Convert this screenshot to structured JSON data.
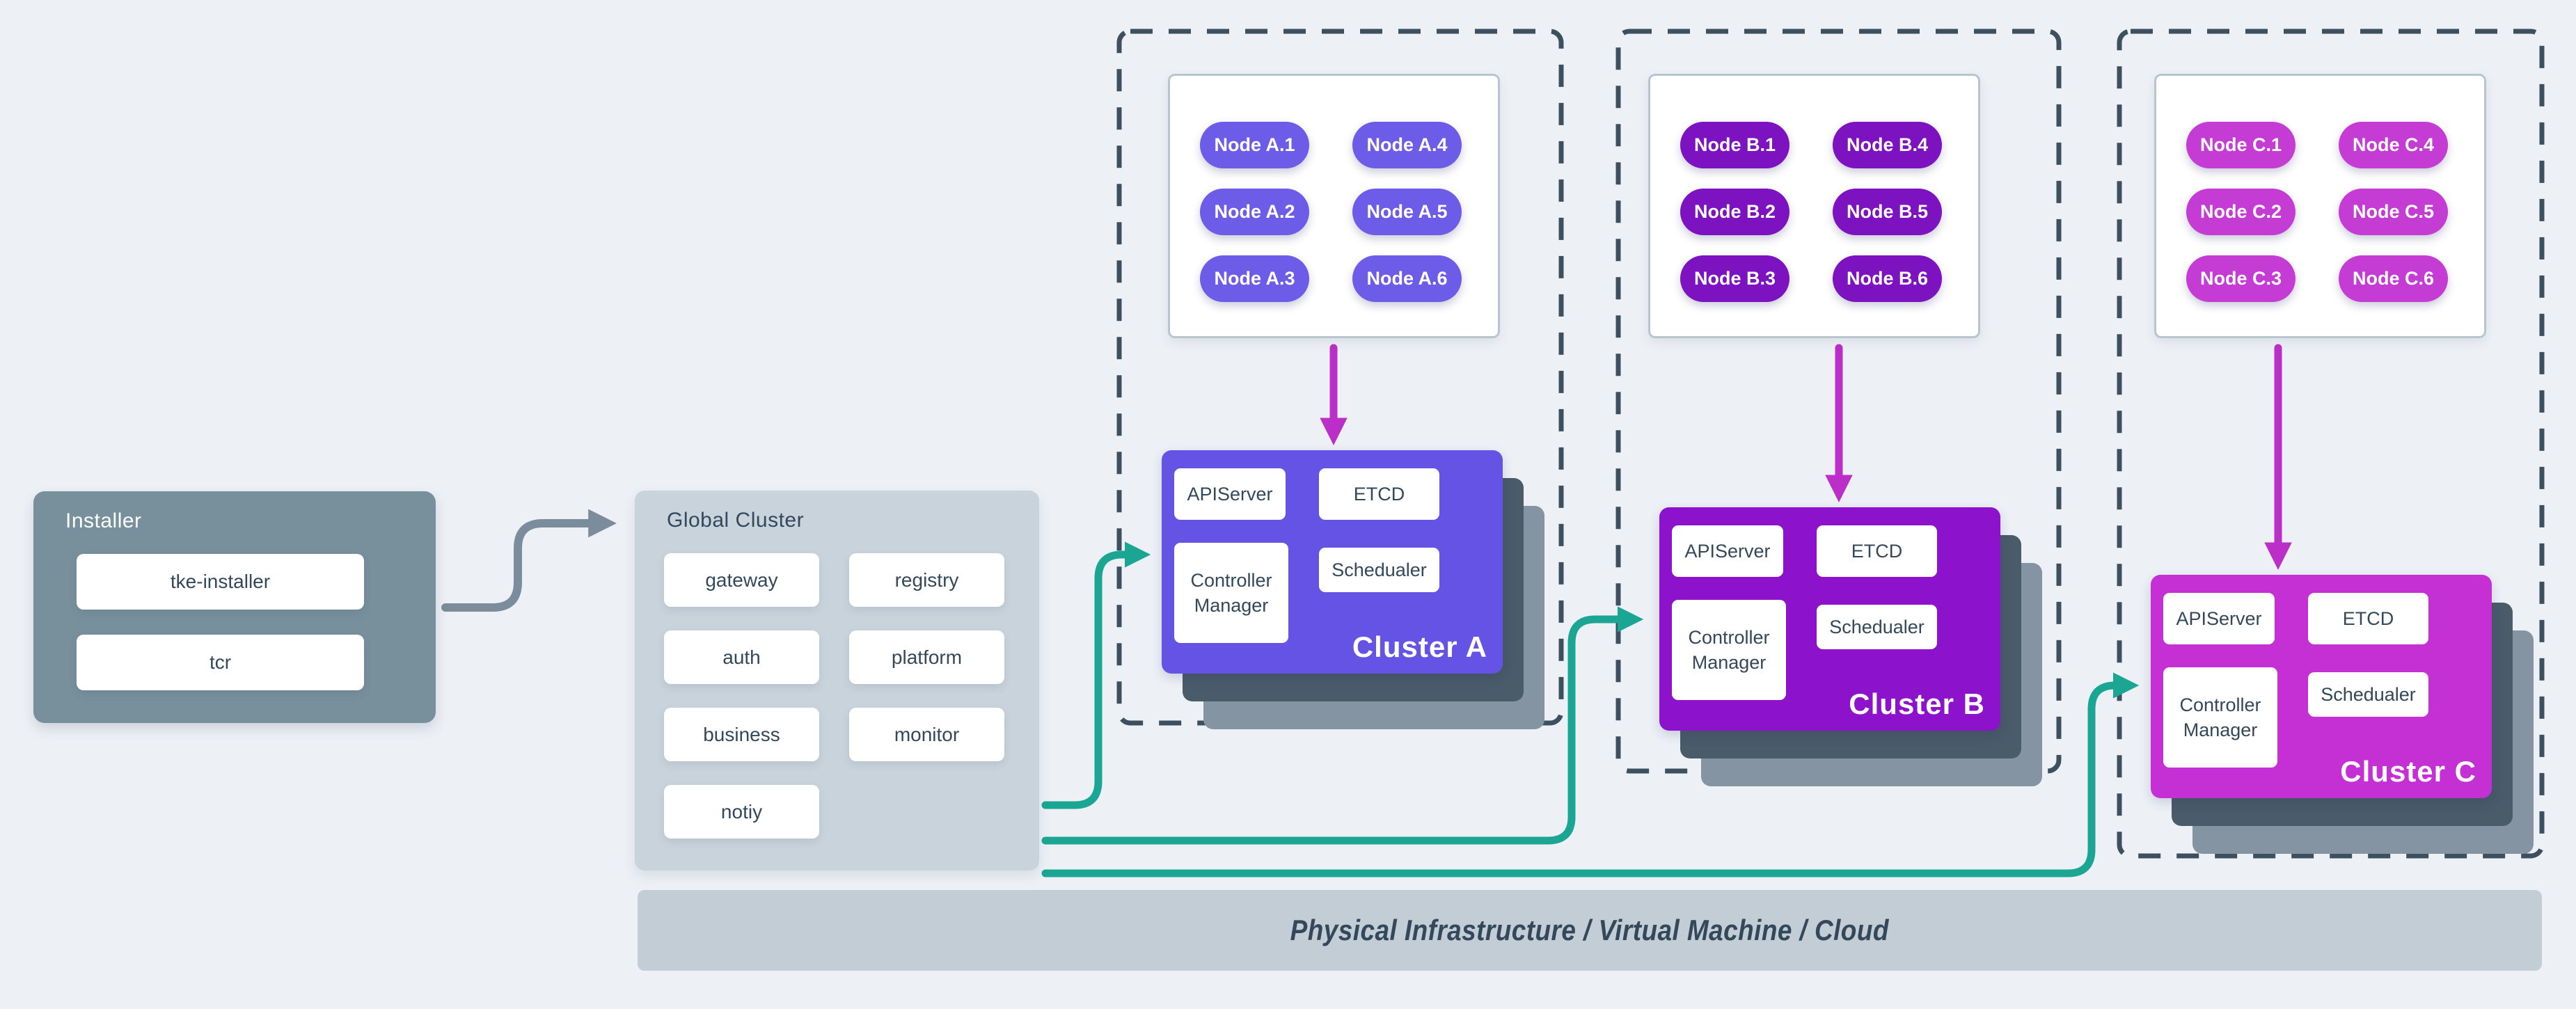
{
  "installer": {
    "title": "Installer",
    "items": [
      "tke-installer",
      "tcr"
    ]
  },
  "global_cluster": {
    "title": "Global Cluster",
    "items": [
      "gateway",
      "registry",
      "auth",
      "platform",
      "business",
      "monitor",
      "notiy"
    ]
  },
  "clusters": [
    {
      "name": "Cluster A",
      "nodes": [
        "Node A.1",
        "Node A.2",
        "Node A.3",
        "Node A.4",
        "Node A.5",
        "Node A.6"
      ],
      "components": {
        "apiserver": "APIServer",
        "etcd": "ETCD",
        "controller_manager": "Controller Manager",
        "scheduler": "Schedualer"
      },
      "color": "#6553e6",
      "node_color": "#6c5ce7"
    },
    {
      "name": "Cluster B",
      "nodes": [
        "Node B.1",
        "Node B.2",
        "Node B.3",
        "Node B.4",
        "Node B.5",
        "Node B.6"
      ],
      "components": {
        "apiserver": "APIServer",
        "etcd": "ETCD",
        "controller_manager": "Controller Manager",
        "scheduler": "Schedualer"
      },
      "color": "#8c12cb",
      "node_color": "#7c12c0"
    },
    {
      "name": "Cluster C",
      "nodes": [
        "Node C.1",
        "Node C.2",
        "Node C.3",
        "Node C.4",
        "Node C.5",
        "Node C.6"
      ],
      "components": {
        "apiserver": "APIServer",
        "etcd": "ETCD",
        "controller_manager": "Controller Manager",
        "scheduler": "Schedualer"
      },
      "color": "#c430d4",
      "node_color": "#c43cd4"
    }
  ],
  "infrastructure": {
    "label": "Physical Infrastructure / Virtual Machine / Cloud"
  },
  "colors": {
    "background": "#edf1f6",
    "installer_box": "#78909c",
    "global_box": "#c9d3dc",
    "infra_bar": "#c3cdd6",
    "dashed_border": "#3d505f",
    "flow_arrow_teal": "#1aa693",
    "flow_arrow_magenta": "#bb2ec8",
    "flow_arrow_gray": "#7b8c9c",
    "stack_layer_dark": "#4a5b6a",
    "stack_layer_light": "#8494a3",
    "text_dark": "#33485a"
  }
}
